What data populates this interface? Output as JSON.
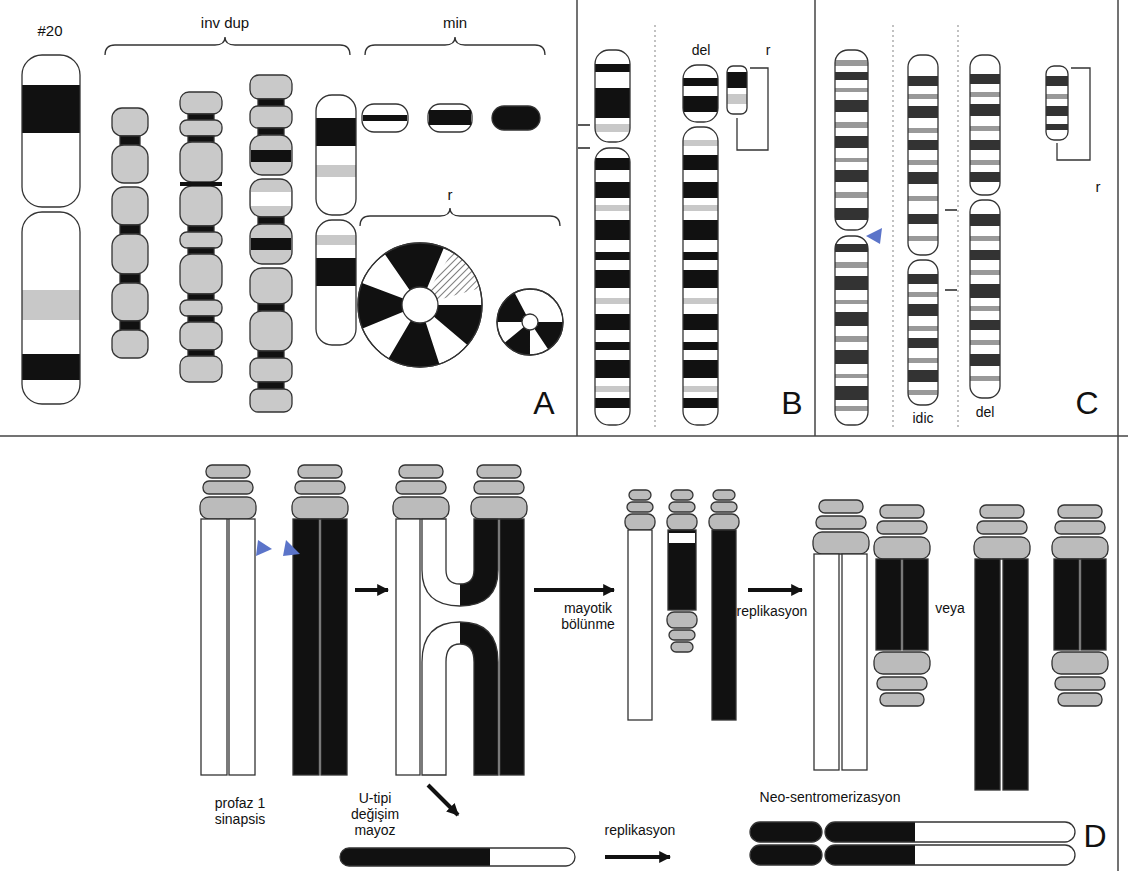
{
  "diagram": {
    "labels": [
      "#20",
      "inv dup",
      "min",
      "r",
      "A",
      "del",
      "r",
      "B",
      "idic",
      "del",
      "r",
      "C",
      "mayotik bölünme",
      "replikasyon",
      "veya",
      "profaz 1 sinapsis",
      "U-tipi değişim mayoz",
      "replikasyon",
      "Neo-sentromerizasyon",
      "D"
    ]
  }
}
